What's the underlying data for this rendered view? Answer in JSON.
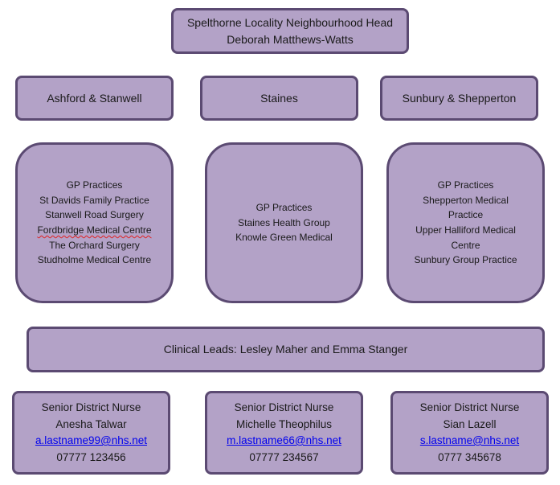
{
  "head": {
    "title": "Spelthorne Locality Neighbourhood Head",
    "name": "Deborah Matthews-Watts"
  },
  "localities": [
    {
      "label": "Ashford & Stanwell"
    },
    {
      "label": "Staines"
    },
    {
      "label": "Sunbury & Shepperton"
    }
  ],
  "practices": [
    {
      "lines": [
        "GP Practices",
        "St Davids Family Practice",
        "Stanwell Road Surgery",
        "Fordbridge Medical Centre",
        "The Orchard Surgery",
        "Studholme Medical Centre"
      ]
    },
    {
      "lines": [
        "GP Practices",
        "Staines Health Group",
        "Knowle Green Medical"
      ]
    },
    {
      "lines": [
        "GP Practices",
        "Shepperton Medical",
        "Practice",
        "Upper Halliford Medical",
        "Centre",
        "Sunbury Group Practice"
      ]
    }
  ],
  "clinical_leads": "Clinical Leads: Lesley Maher and Emma Stanger",
  "nurses": [
    {
      "role": "Senior District Nurse",
      "name": "Anesha Talwar",
      "email": "a.lastname99@nhs.net",
      "phone": "07777 123456"
    },
    {
      "role": "Senior District Nurse",
      "name": "Michelle Theophilus",
      "email": "m.lastname66@nhs.net",
      "phone": "07777 234567"
    },
    {
      "role": "Senior District Nurse",
      "name": "Sian Lazell",
      "email": "s.lastname@nhs.net",
      "phone": "0777 345678"
    }
  ],
  "colors": {
    "box_fill": "#b3a2c7",
    "box_border": "#5b4a72",
    "link": "#0000ee"
  }
}
